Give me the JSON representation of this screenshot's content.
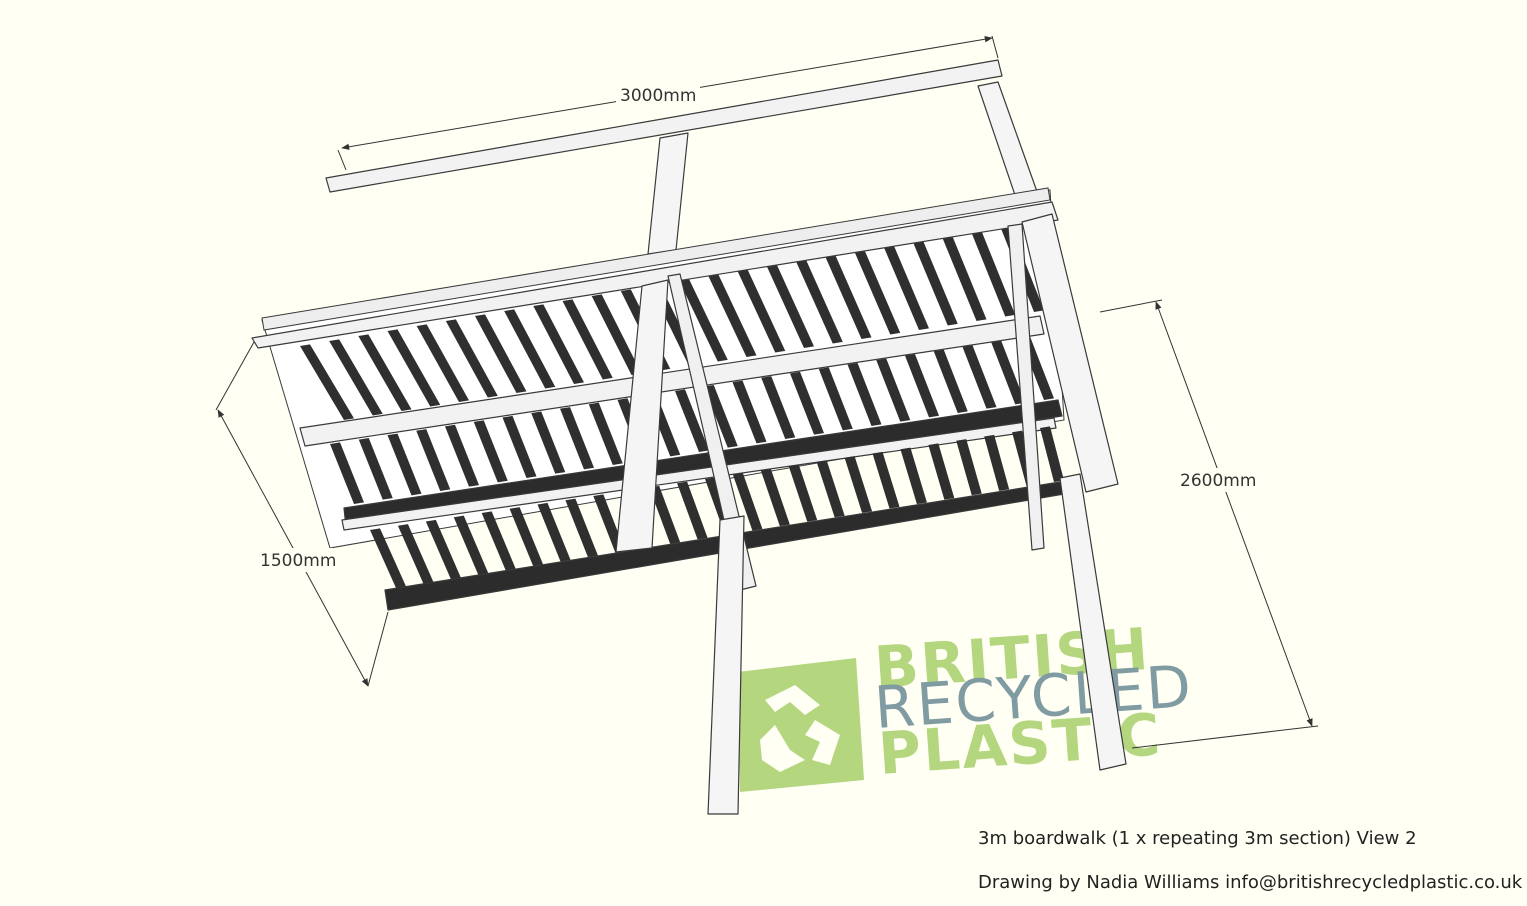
{
  "dimensions": {
    "length": "3000mm",
    "width": "1500mm",
    "post_height": "2600mm"
  },
  "logo": {
    "line1": "BRITISH",
    "line2": "RECYCLED",
    "line3": "PLASTIC",
    "color_green": "#a8cf6a",
    "color_slate": "#6c8a96"
  },
  "caption": {
    "title": "3m boardwalk (1 x repeating 3m section) View 2",
    "credit": "Drawing by Nadia Williams info@britishrecycledplastic.co.uk"
  },
  "colors": {
    "background": "#fffff4",
    "board": "#ffffff",
    "board_edge": "#3a3a3a",
    "shadow_board": "#2c2c2c",
    "beam": "#f2f2f2"
  }
}
